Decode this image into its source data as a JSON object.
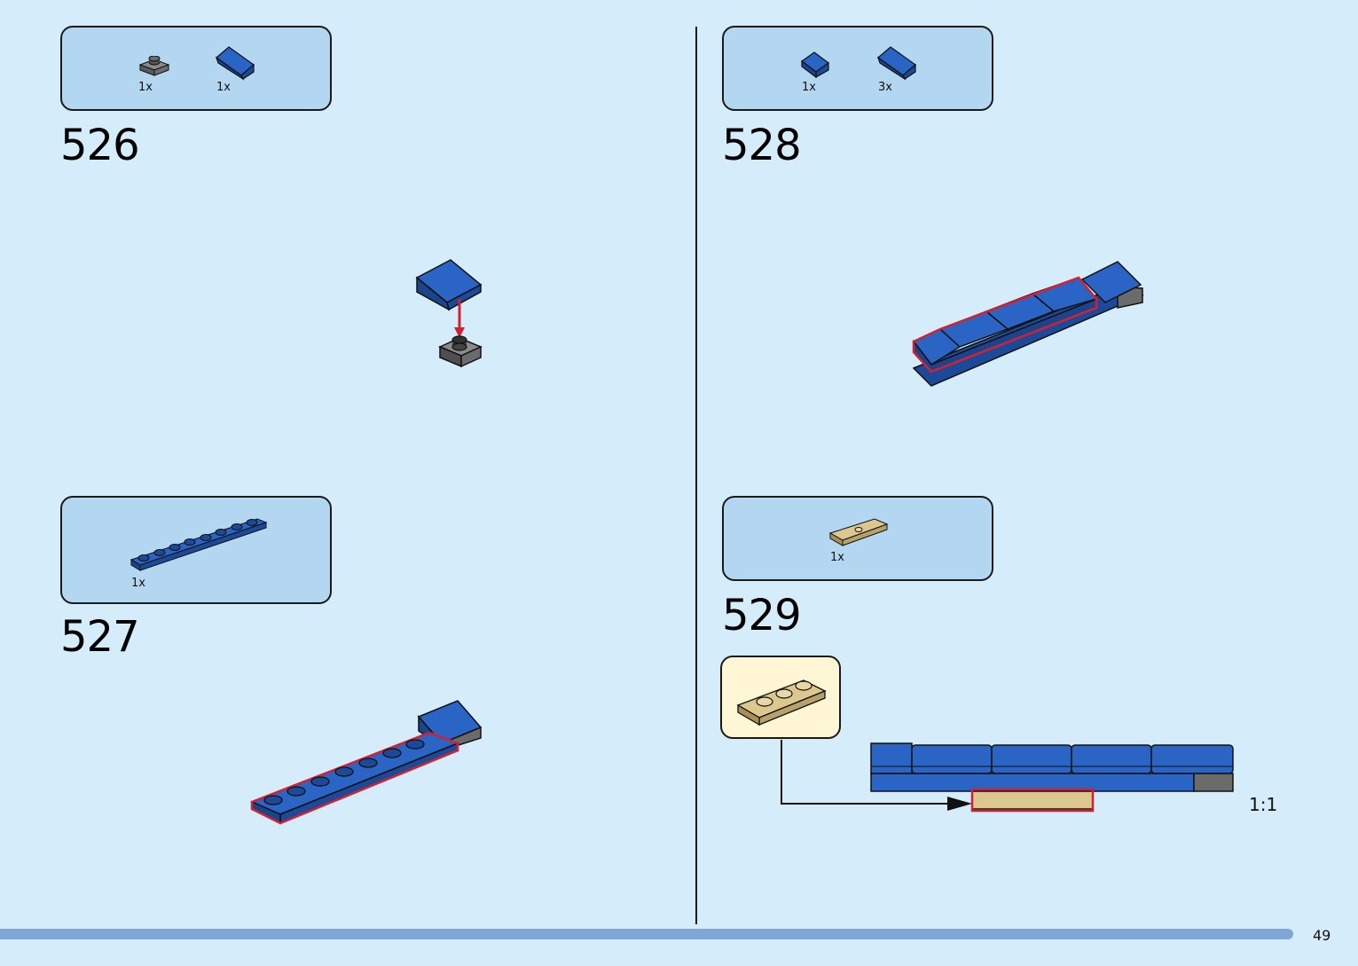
{
  "page": {
    "number": "49",
    "scale_label": "1:1"
  },
  "steps": [
    {
      "number": "526",
      "parts": [
        {
          "qty": "1x",
          "part": "dark-gray-1x1-plate-with-stud"
        },
        {
          "qty": "1x",
          "part": "blue-slope"
        }
      ]
    },
    {
      "number": "527",
      "parts": [
        {
          "qty": "1x",
          "part": "blue-1x8-plate"
        }
      ]
    },
    {
      "number": "528",
      "parts": [
        {
          "qty": "1x",
          "part": "blue-small-slope"
        },
        {
          "qty": "3x",
          "part": "blue-slope"
        }
      ]
    },
    {
      "number": "529",
      "parts": [
        {
          "qty": "1x",
          "part": "tan-1x3-plate-with-center-stud"
        }
      ]
    }
  ],
  "colors": {
    "background": "#d5ecfb",
    "parts_box": "#b4d7f1",
    "callout": "#fff6d6",
    "brick_blue": "#2a64c5",
    "dark_gray": "#6b6b6b",
    "tan": "#dcc78f",
    "highlight_red": "#d81f2f",
    "bottom_bar": "#7ea6d8"
  }
}
